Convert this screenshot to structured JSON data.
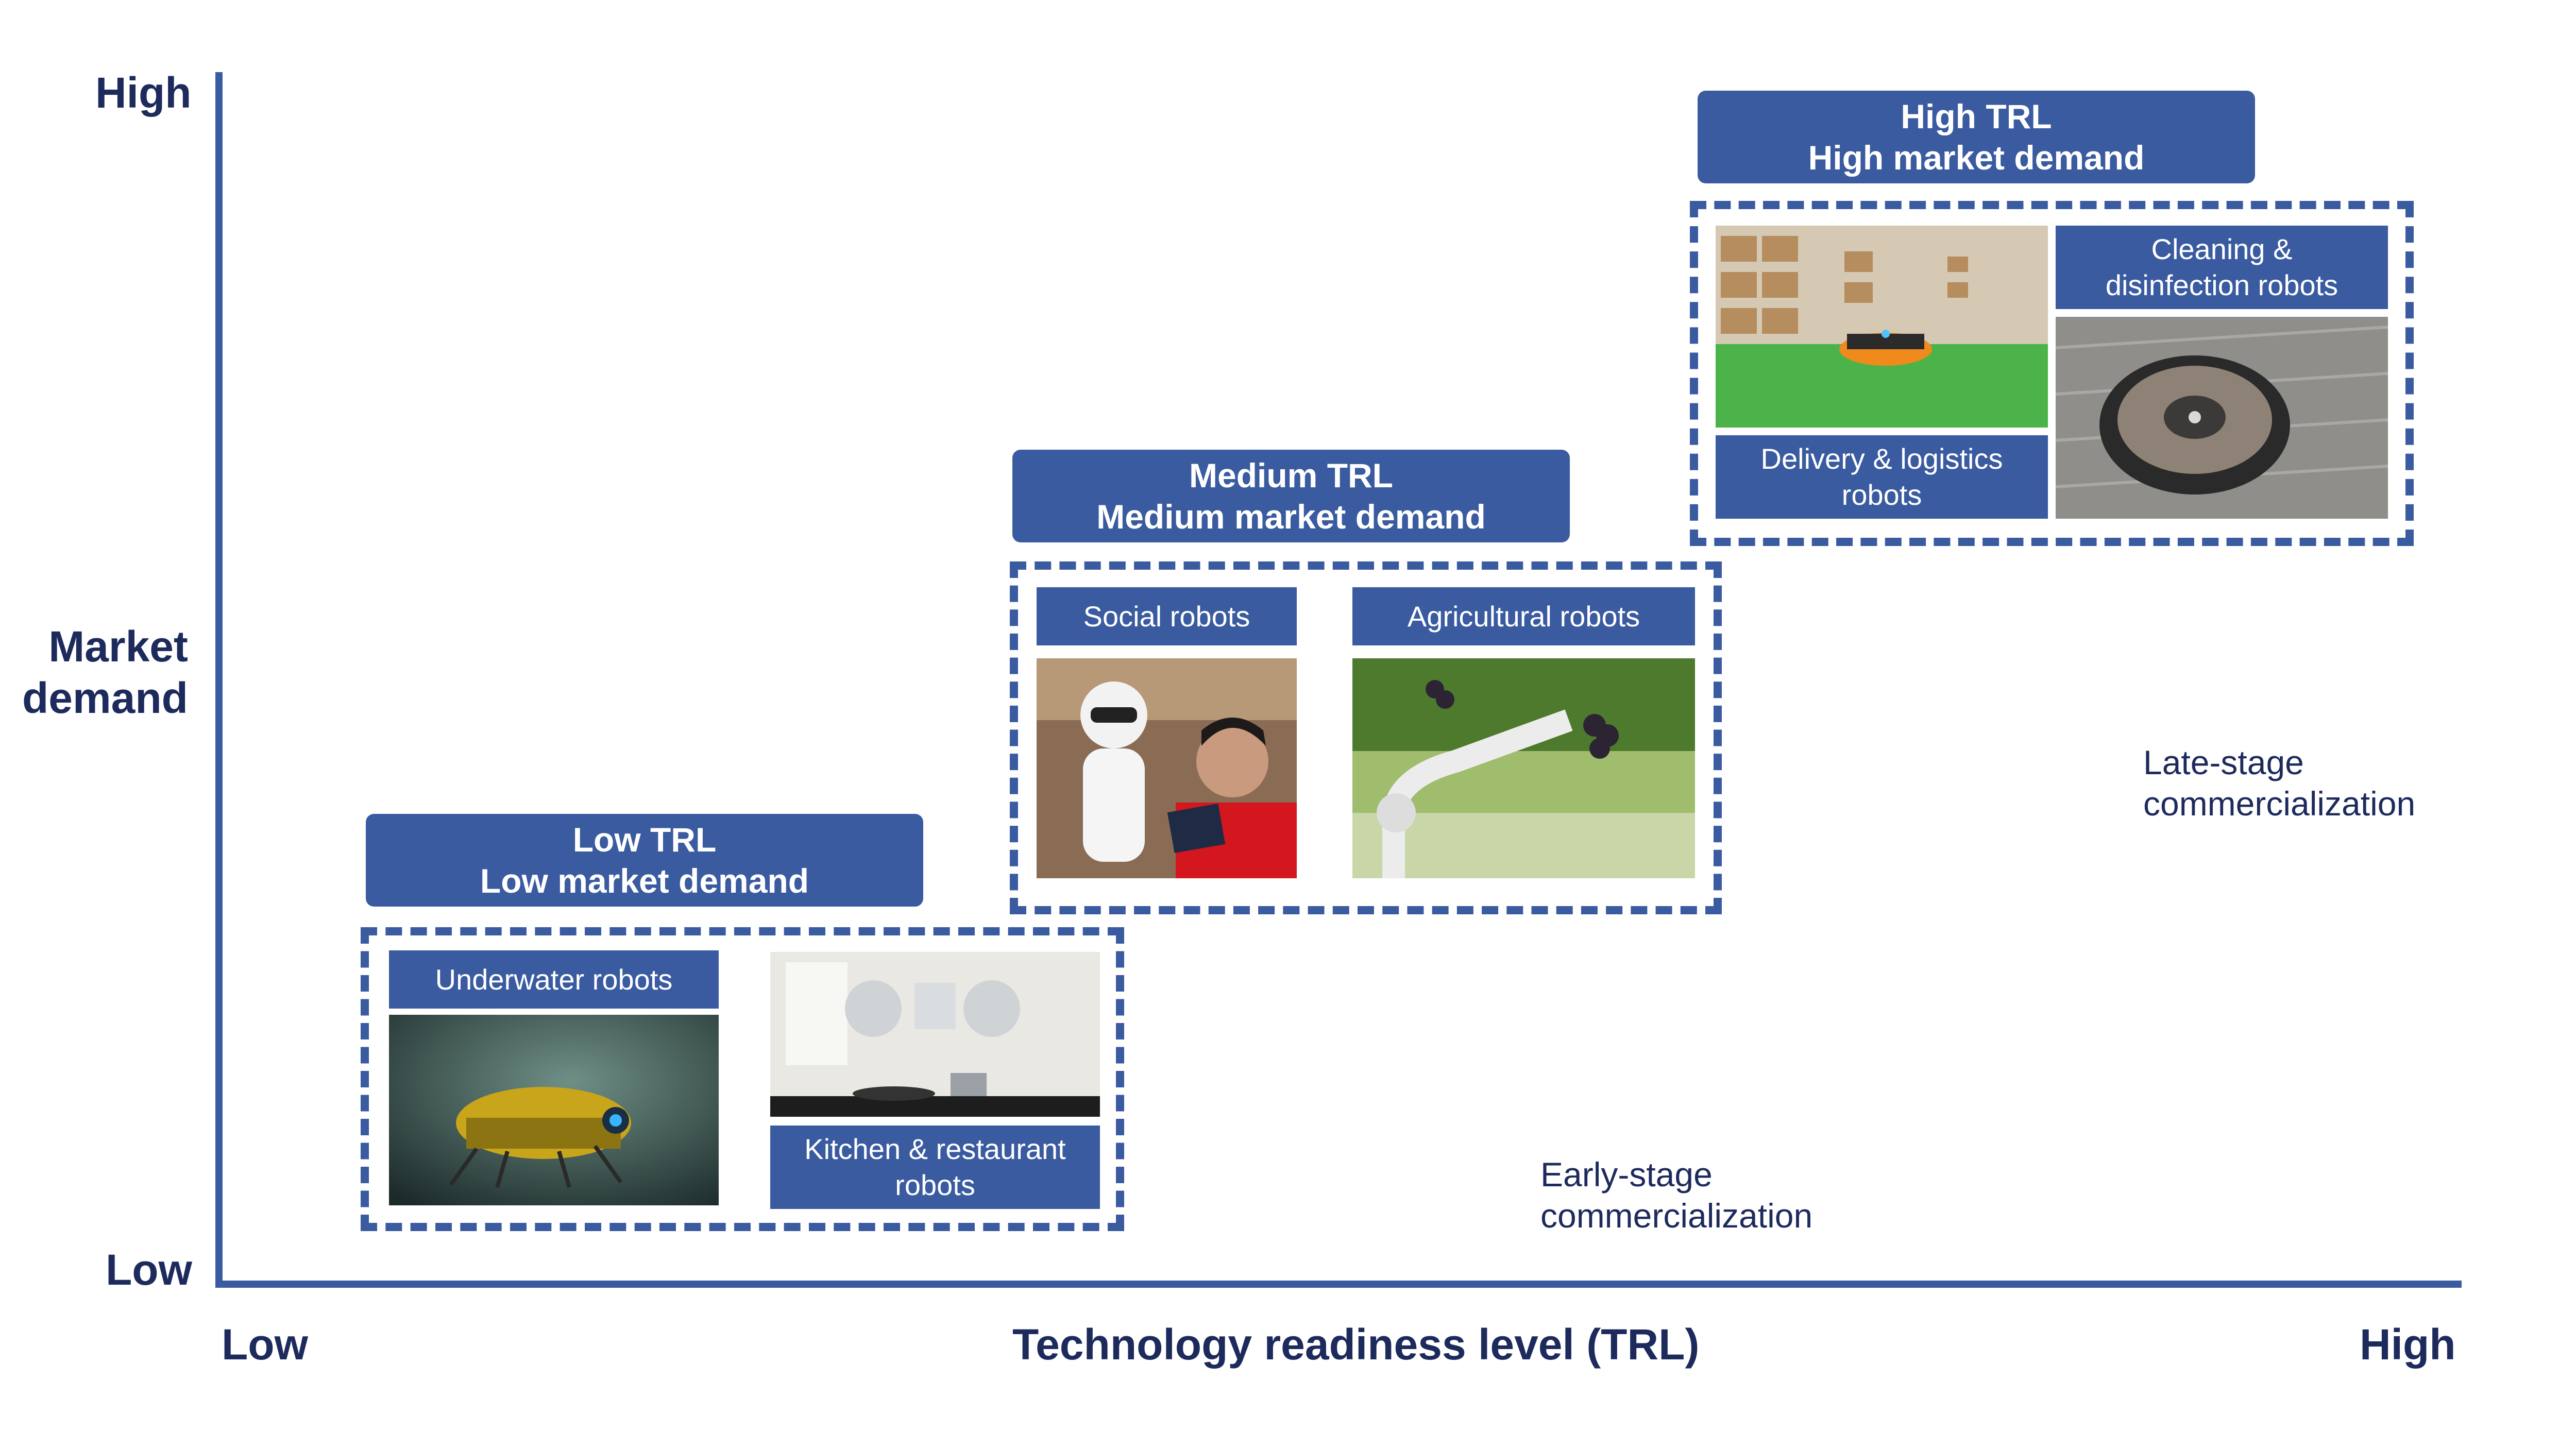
{
  "y_axis": {
    "high_label": "High",
    "title_line1": "Market",
    "title_line2": "demand",
    "low_label": "Low"
  },
  "x_axis": {
    "low_label": "Low",
    "title": "Technology readiness level (TRL)",
    "high_label": "High"
  },
  "stage_labels": {
    "early_line1": "Early-stage",
    "early_line2": "commercialization",
    "late_line1": "Late-stage",
    "late_line2": "commercialization"
  },
  "tiers": {
    "low": {
      "header_line1": "Low TRL",
      "header_line2": "Low market demand",
      "categories": {
        "underwater": "Underwater robots",
        "kitchen_line1": "Kitchen & restaurant",
        "kitchen_line2": "robots"
      }
    },
    "medium": {
      "header_line1": "Medium TRL",
      "header_line2": "Medium market demand",
      "categories": {
        "social": "Social robots",
        "agricultural": "Agricultural robots"
      }
    },
    "high": {
      "header_line1": "High TRL",
      "header_line2": "High market demand",
      "categories": {
        "cleaning_line1": "Cleaning &",
        "cleaning_line2": "disinfection robots",
        "delivery_line1": "Delivery & logistics",
        "delivery_line2": "robots"
      }
    }
  },
  "colors": {
    "accent": "#3a5ba0",
    "text_dark": "#1d2a5c",
    "label_text": "#ffffff"
  }
}
